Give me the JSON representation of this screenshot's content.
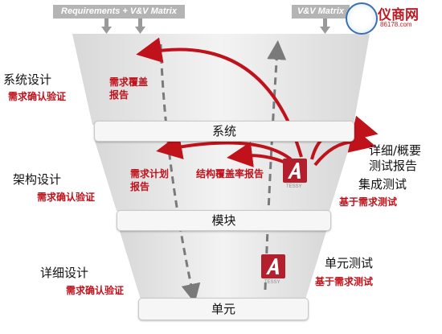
{
  "header": {
    "left_label": "Requirements + V&V Matrix",
    "right_label": "V&V Matrix"
  },
  "watermark": {
    "name": "仪商网",
    "domain": "86178.com"
  },
  "levels": {
    "system": "系统",
    "module": "模块",
    "unit": "单元"
  },
  "left": {
    "system_design": "系统设计",
    "system_verify": "需求确认验证",
    "arch_design": "架构设计",
    "arch_verify": "需求确认验证",
    "detail_design": "详细设计",
    "detail_verify": "需求确认验证"
  },
  "center": {
    "req_coverage_report": "需求覆盖报告",
    "req_plan_report": "需求计划报告",
    "struct_coverage_report": "结构覆盖率报告"
  },
  "right": {
    "detail_summary_report": "详细/概要测试报告",
    "integration_test": "集成测试",
    "integration_basis": "基于需求测试",
    "unit_test": "单元测试",
    "unit_basis": "基于需求测试"
  },
  "logos": {
    "brand": "TESSY"
  },
  "colors": {
    "accent_red": "#c0121b",
    "funnel_gray": "#e4e4e4",
    "header_gray": "#b4b4b4"
  }
}
